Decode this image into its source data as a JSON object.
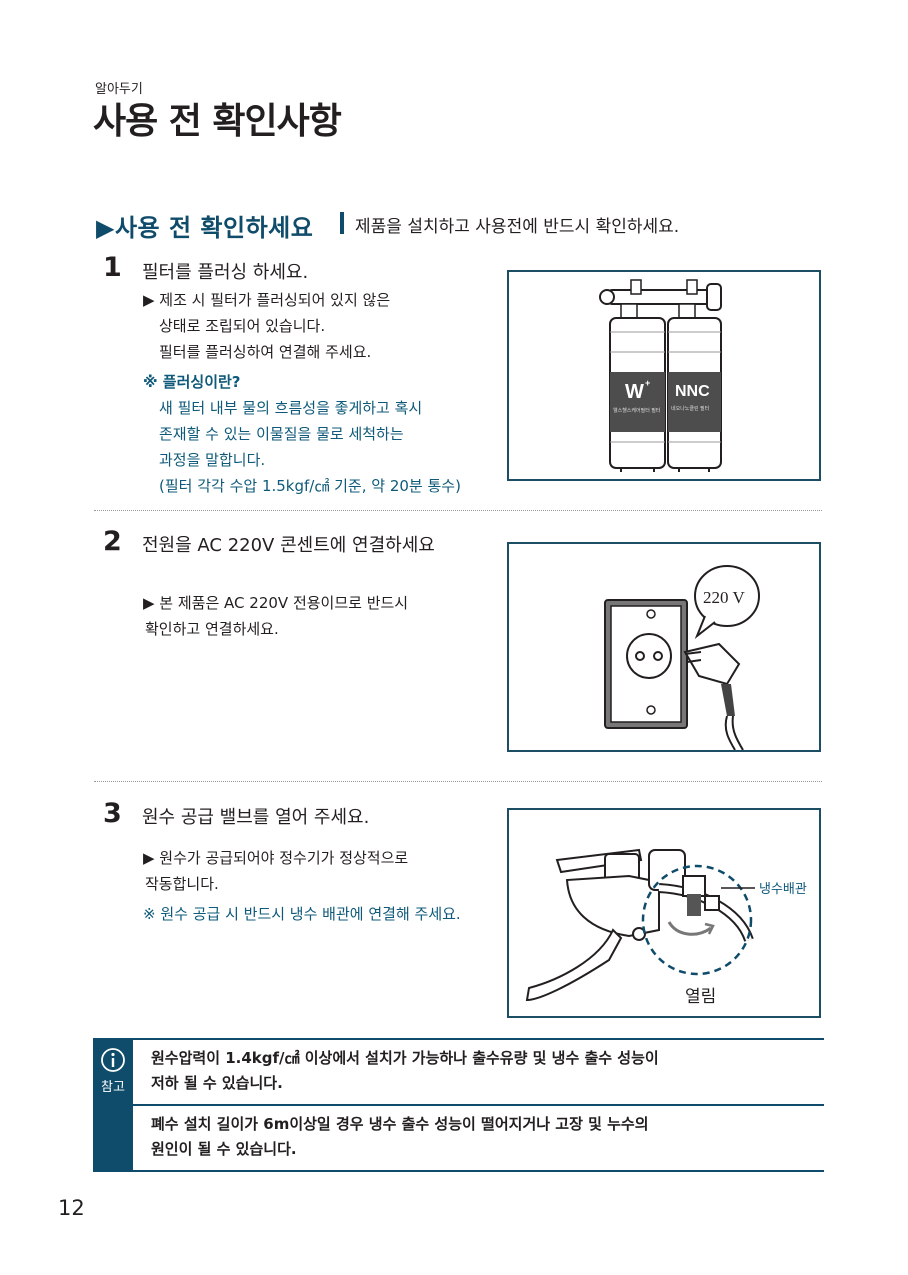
{
  "header": {
    "eyebrow": "알아두기",
    "title": "사용 전 확인사항"
  },
  "section": {
    "heading": "▶사용 전 확인하세요",
    "subtitle": "제품을 설치하고 사용전에 반드시 확인하세요."
  },
  "steps": [
    {
      "number": "1",
      "title": "필터를 플러싱 하세요.",
      "bullet_lines": [
        "▶ 제조 시 필터가 플러싱되어 있지 않은",
        "상태로 조립되어 있습니다.",
        "필터를 플러싱하여 연결해 주세요."
      ],
      "note_lines": [
        "※ 플러싱이란?",
        "새 필터 내부 물의 흐름성을 좋게하고 혹시",
        "존재할 수 있는 이물질을 물로 세척하는",
        "과정을 말합니다.",
        "(필터 각각 수압 1.5kgf/㎠ 기준, 약 20분 통수)"
      ],
      "image": {
        "filter_left_label": "W",
        "filter_left_sup": "+",
        "filter_left_small": "웰스헬스케어필터 필터",
        "filter_right_label": "NNC",
        "filter_right_small": "네오나노클린 필터"
      }
    },
    {
      "number": "2",
      "title": "전원을 AC 220V 콘센트에 연결하세요",
      "bullet_lines": [
        "▶ 본 제품은 AC 220V  전용이므로 반드시",
        "확인하고 연결하세요."
      ],
      "image": {
        "bubble": "220 V"
      }
    },
    {
      "number": "3",
      "title": "원수 공급 밸브를 열어 주세요.",
      "bullet_lines": [
        "▶ 원수가 공급되어야 정수기가 정상적으로",
        "작동합니다."
      ],
      "note_line": "※ 원수 공급 시 반드시 냉수 배관에 연결해 주세요.",
      "image": {
        "pipe_label": "냉수배관",
        "open_label": "열림"
      }
    }
  ],
  "info_box": {
    "icon_label": "참고",
    "note1_lines": [
      "원수압력이 1.4kgf/㎠ 이상에서 설치가 가능하나 출수유량 및 냉수 출수 성능이",
      "저하 될 수 있습니다."
    ],
    "note2_lines": [
      "폐수 설치 길이가 6m이상일 경우 냉수 출수 성능이 떨어지거나 고장 및 누수의",
      "원인이 될 수 있습니다."
    ]
  },
  "page_number": "12",
  "colors": {
    "accent": "#0f4c6b",
    "teal_text": "#0f5a7a"
  }
}
